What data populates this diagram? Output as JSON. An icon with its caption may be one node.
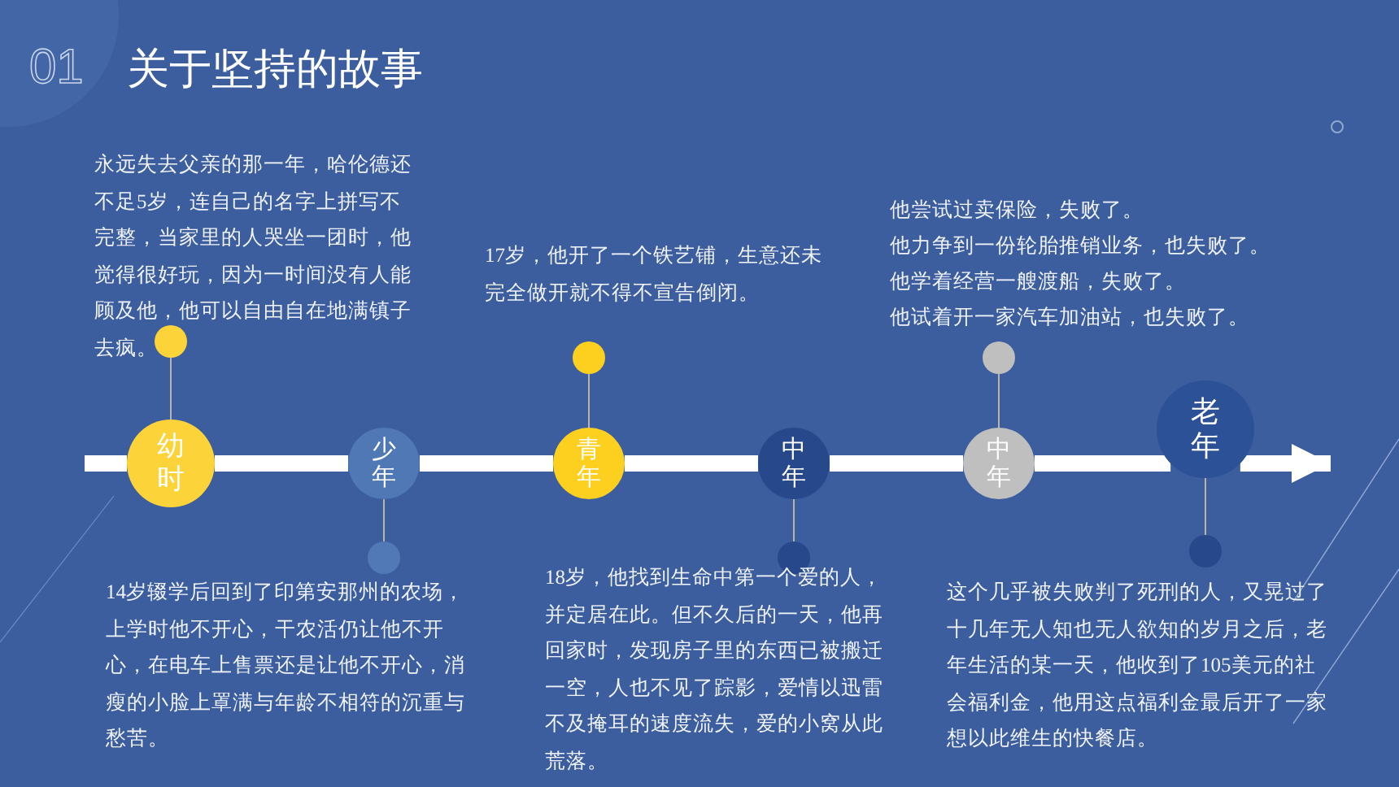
{
  "diagram": {
    "title": "关于坚持的故事",
    "nodes": [
      {
        "text": [
          "幼时"
        ]
      },
      {
        "text": [
          "少年"
        ]
      },
      {
        "text": [
          "青年"
        ]
      },
      {
        "text": [
          "中年"
        ]
      },
      {
        "text": [
          "中年"
        ]
      },
      {
        "text": [
          "老年"
        ]
      },
      {
        "text": [],
        "shape": "circle"
      },
      {
        "text": [],
        "shape": "circle"
      },
      {
        "text": [],
        "shape": "circle"
      },
      {
        "text": [],
        "shape": "circle"
      },
      {
        "text": [],
        "shape": "circle"
      },
      {
        "text": [],
        "shape": "circle"
      }
    ],
    "edges": [
      {
        "from": null,
        "to": 0,
        "arrow": "none"
      },
      {
        "from": 0,
        "to": 1,
        "arrow": "none"
      },
      {
        "from": 1,
        "to": 2,
        "arrow": "none"
      },
      {
        "from": 2,
        "to": 3,
        "arrow": "none"
      },
      {
        "from": 3,
        "to": 4,
        "arrow": "none"
      },
      {
        "from": 4,
        "to": 5,
        "arrow": "none"
      },
      {
        "from": 5,
        "to": null,
        "arrow": "to"
      },
      {
        "from": 0,
        "to": 6,
        "arrow": "none"
      },
      {
        "from": 1,
        "to": 7,
        "arrow": "none"
      },
      {
        "from": 2,
        "to": 8,
        "arrow": "none"
      },
      {
        "from": 3,
        "to": 9,
        "arrow": "none"
      },
      {
        "from": 4,
        "to": 10,
        "arrow": "none"
      },
      {
        "from": 5,
        "to": 11,
        "arrow": "none"
      }
    ],
    "labels": [
      "01",
      "永远失去父亲的那一年，哈伦德还不足5岁，连自己的名字上拼写不完整，当家里的人哭坐一团时，他觉得很好玩，因为一时间没有人能顾及他，他可以自由自在地满镇子去疯。",
      "他尝试过卖保险，失败了。",
      "他力争到一份轮胎推销业务，也失败了。",
      "他学着经营一艘渡船，失败了。",
      "他试着开一家汽车加油站，也失败了。",
      "17岁，他开了一个铁艺铺，生意还未完全做开就不得不宣告倒闭。",
      "14岁辍学后回到了印第安那州的农场，上学时他不开心，干农活仍让他不开心，在电车上售票还是让他不开心，消瘦的小脸上罩满与年龄不相符的沉重与愁苦。",
      "18岁，他找到生命中第一个爱的人，并定居在此。但不久后的一天，他再回家时，发现房子里的东西已被搬迁一空，人也不见了踪影，爱情以迅雷不及掩耳的速度流失，爱的小窝从此荒落。",
      "这个几乎被失败判了死刑的人，又晃过了十几年无人知也无人欲知的岁月之后，老年生活的某一天，他收到了105美元的社会福利金，他用这点福利金最后开了一家想以此维生的快餐店。"
    ]
  }
}
